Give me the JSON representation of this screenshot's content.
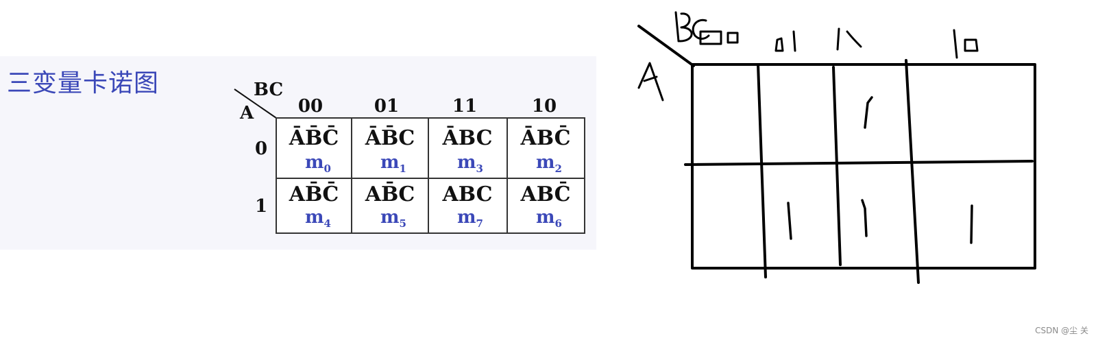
{
  "printed_map": {
    "title": "三变量卡诺图",
    "row_var": "A",
    "col_var": "BC",
    "col_headers": [
      "00",
      "01",
      "11",
      "10"
    ],
    "row_headers": [
      "0",
      "1"
    ],
    "cells": [
      [
        {
          "term": "ĀB̄C̄",
          "m": "m",
          "idx": "0"
        },
        {
          "term": "ĀB̄C",
          "m": "m",
          "idx": "1"
        },
        {
          "term": "ĀBC",
          "m": "m",
          "idx": "3"
        },
        {
          "term": "ĀBC̄",
          "m": "m",
          "idx": "2"
        }
      ],
      [
        {
          "term": "AB̄C̄",
          "m": "m",
          "idx": "4"
        },
        {
          "term": "AB̄C",
          "m": "m",
          "idx": "5"
        },
        {
          "term": "ABC",
          "m": "m",
          "idx": "7"
        },
        {
          "term": "ABC̄",
          "m": "m",
          "idx": "6"
        }
      ]
    ]
  },
  "handwritten_map": {
    "col_var": "BC",
    "row_var": "A",
    "col_headers": [
      "00",
      "01",
      "11",
      "10"
    ],
    "marks": [
      {
        "row": 0,
        "col": 2,
        "value": "1"
      },
      {
        "row": 1,
        "col": 1,
        "value": "1"
      },
      {
        "row": 1,
        "col": 2,
        "value": "1"
      },
      {
        "row": 1,
        "col": 3,
        "value": "1"
      }
    ]
  },
  "watermark": "CSDN @尘 关"
}
